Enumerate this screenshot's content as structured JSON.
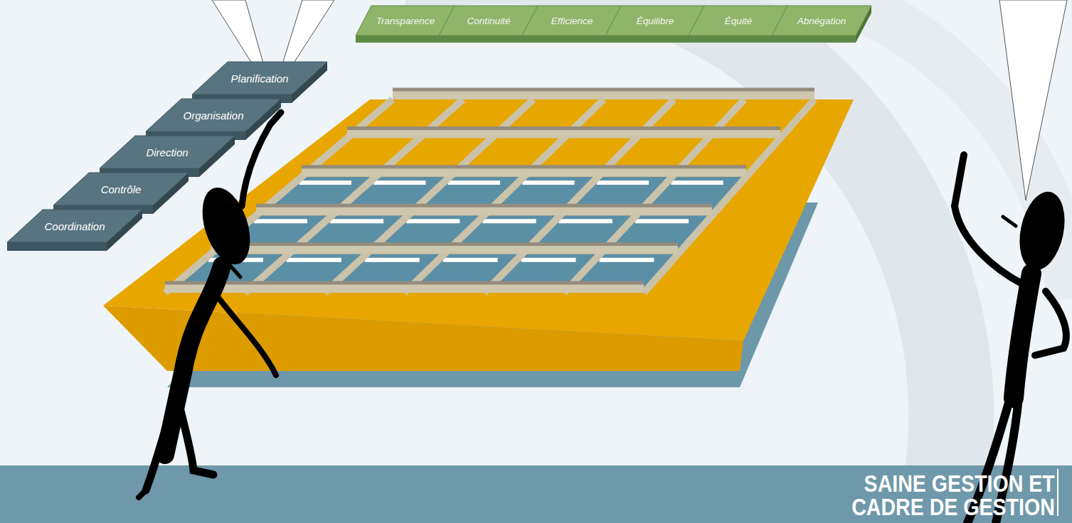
{
  "diagram": {
    "title": "SAINE GESTION ET CADRE DE GESTION",
    "nodes": [
      {
        "text": [
          "Transparence"
        ]
      },
      {
        "text": [
          "Continuité"
        ]
      },
      {
        "text": [
          "Efficience"
        ]
      },
      {
        "text": [
          "Équilibre"
        ]
      },
      {
        "text": [
          "Équité"
        ]
      },
      {
        "text": [
          "Abnégation"
        ]
      },
      {
        "text": [
          "Planification"
        ]
      },
      {
        "text": [
          "Organisation"
        ]
      },
      {
        "text": [
          "Direction"
        ]
      },
      {
        "text": [
          "Contrôle"
        ]
      },
      {
        "text": [
          "Coordination"
        ]
      }
    ]
  }
}
